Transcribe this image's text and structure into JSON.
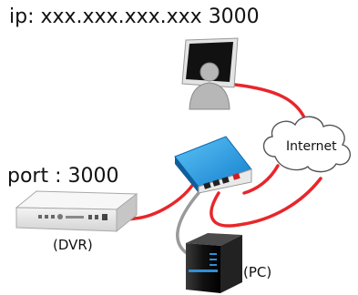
{
  "remote": {
    "ip_label": "ip: xxx.xxx.xxx.xxx 3000"
  },
  "dvr": {
    "port_label": "port : 3000",
    "caption": "(DVR)"
  },
  "pc": {
    "caption": "(PC)"
  },
  "cloud": {
    "label": "Internet"
  },
  "colors": {
    "cable_red": "#e8262b",
    "cable_gray": "#9a9a9a",
    "router_blue": "#1e8fd8",
    "monitor_black": "#111111",
    "person_gray": "#b7b7b7",
    "pc_accent_blue": "#2f8fd6"
  },
  "icons": {
    "remote_viewer": "monitor-with-user-icon",
    "router": "router-switch-icon",
    "cloud": "internet-cloud-icon",
    "dvr": "dvr-recorder-icon",
    "pc": "pc-tower-icon"
  }
}
